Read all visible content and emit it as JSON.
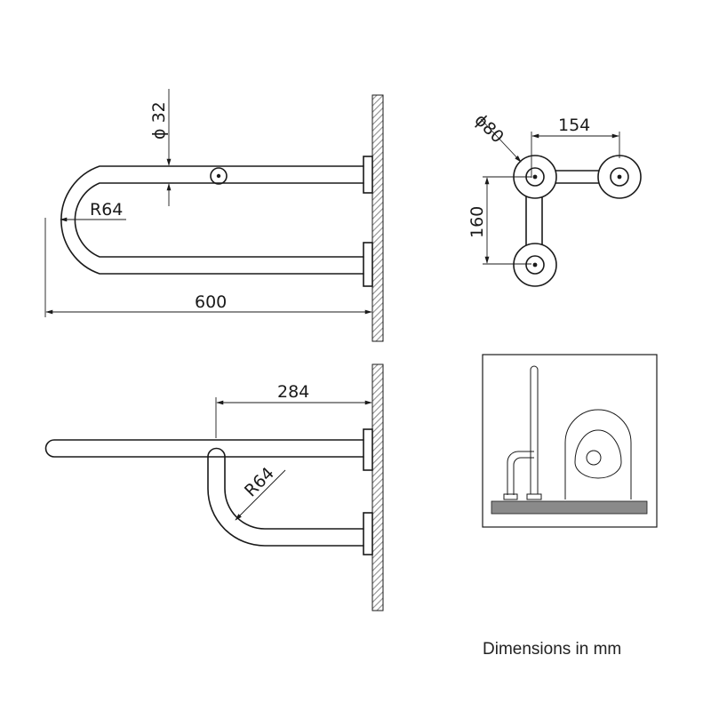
{
  "labels": {
    "tube_diameter": "ϕ 32",
    "bend_radius_top": "R64",
    "overall_length": "600",
    "flange_diameter": "ϕ80",
    "flange_spacing_h": "154",
    "flange_spacing_v": "160",
    "fold_length": "284",
    "bend_radius_bottom": "R64"
  },
  "caption": "Dimensions in mm",
  "colors": {
    "line": "#1a1a1a",
    "floor": "#8a8a8a",
    "wall_hatch": "#9a9a9a"
  }
}
